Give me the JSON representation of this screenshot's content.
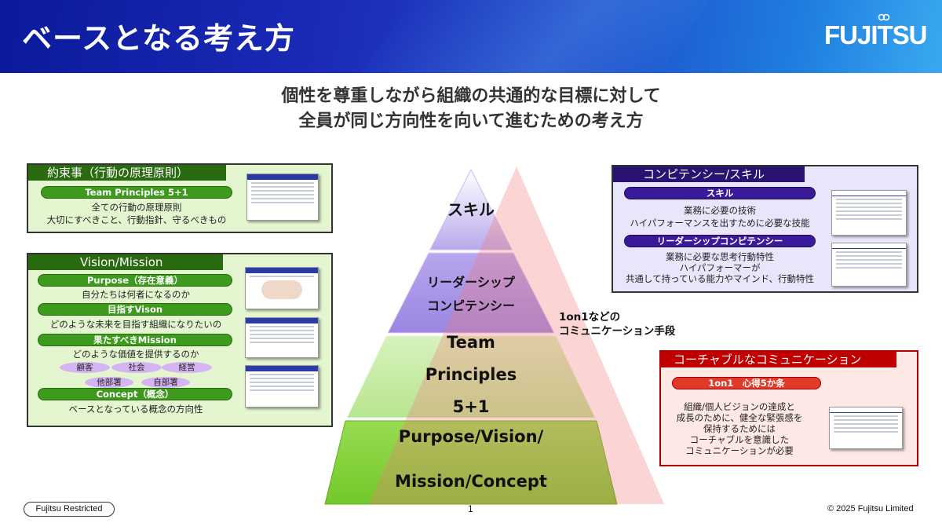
{
  "header": {
    "title": "ベースとなる考え方",
    "logo": "FUJITSU"
  },
  "subtitle": [
    "個性を尊重しながら組織の共通的な目標に対して",
    "全員が同じ方向性を向いて進むための考え方"
  ],
  "panel_promise": {
    "title": "約束事（行動の原理原則）",
    "pill": "Team Principles  5+1",
    "lines": [
      "全ての行動の原理原則",
      "大切にすべきこと、行動指針、守るべきもの"
    ]
  },
  "panel_vision": {
    "title": "Vision/Mission",
    "purpose_pill": "Purpose（存在意義）",
    "purpose_text": "自分たちは何者になるのか",
    "vision_pill": "目指すVison",
    "vision_text": "どのような未来を目指す組織になりたいの",
    "mission_pill": "果たすべきMission",
    "mission_text": "どのような価値を提供するのか",
    "stakeholders": [
      "顧客",
      "社会",
      "経営",
      "他部署",
      "自部署"
    ],
    "concept_pill": "Concept（概念）",
    "concept_text": "ベースとなっている概念の方向性"
  },
  "panel_competency": {
    "title": "コンピテンシー/スキル",
    "skill_pill": "スキル",
    "skill_lines": [
      "業務に必要の技術",
      "ハイパフォーマンスを出すために必要な技能"
    ],
    "leader_pill": "リーダーシップコンピテンシー",
    "leader_lines": [
      "業務に必要な思考行動特性",
      "ハイパフォーマーが",
      "共通して持っている能力やマインド、行動特性"
    ]
  },
  "panel_coachable": {
    "title": "コーチャブルなコミュニケーション",
    "pill": "1on1　心得5か条",
    "lines": [
      "組織/個人ビジョンの達成と",
      "成長のために、健全な緊張感を",
      "保持するためには",
      "コーチャブルを意識した",
      "コミュニケーションが必要"
    ]
  },
  "pyramid": {
    "levels": [
      "スキル",
      "リーダーシップ",
      "コンピテンシー",
      "Team",
      "Principles",
      "5+1",
      "Purpose/Vision/",
      "Mission/Concept"
    ],
    "communication_label": [
      "1on1などの",
      "コミュニケーション手段"
    ]
  },
  "footer": {
    "restricted": "Fujitsu Restricted",
    "page": "1",
    "copyright": "© 2025 Fujitsu Limited"
  },
  "colors": {
    "header": "#1b2bb8",
    "green_pill": "#3d9a1c",
    "purple": "#2a1370",
    "red": "#c00000",
    "panel_green_bg": "#e3f6cf",
    "panel_purple_bg": "#e9e5fb",
    "panel_red_bg": "#fde8e6"
  }
}
